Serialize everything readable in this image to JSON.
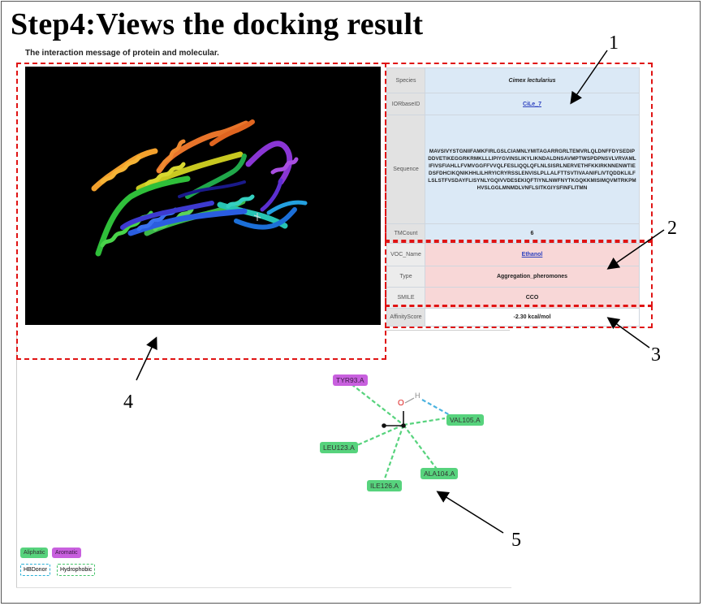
{
  "step_title": "Step4:Views the docking result",
  "subtitle": "The interaction message of protein and molecular.",
  "info_table": {
    "species_label": "Species",
    "species_value": "Cimex lectularius",
    "id_label": "IORbaseID",
    "id_value": "CiLe_7",
    "sequence_label": "Sequence",
    "sequence_value": "MAVSIVYSTGNIIFAMKFIRLGSLCIAMNLYMITAGARRGRLTEMVRLQLDNFFDYSEDIPDDVETIKEGGRKRMKLLLIPIYGVINSLIKYLIKNDALDNSAVMPTWSPDPNSVLVRVAMLIFIVSFIAHLLFVMVGGFFVVQLFESLIQQLQFLNLSISRLNERVETHFKKIRKNNENWTIEDSFDHCIKQNIKHHLILHRYICRYRSSLENVISLPLLALFTTSVTIVAANIFLIVTQDDKLILFLSLSTFVSDAYFLISYNLYGQIVVDESEKIQFTIYNLNWFNYTKGQKKMISIMQVMTRKPMHVSLGGLMNMDLVNFLSITKGIYSFINFLITMN",
    "tmcount_label": "TMCount",
    "tmcount_value": "6",
    "voc_label": "VOC_Name",
    "voc_value": "Ethanol",
    "type_label": "Type",
    "type_value": "Aggregation_pheromones",
    "smile_label": "SMILE",
    "smile_value": "CCO",
    "affinity_label": "AffinityScore",
    "affinity_value": "-2.30 kcal/mol"
  },
  "callouts": [
    "1",
    "2",
    "3",
    "4",
    "5"
  ],
  "interaction_diagram": {
    "residues": {
      "tyr": "TYR93.A",
      "val": "VAL105.A",
      "leu": "LEU123.A",
      "ile": "ILE126.A",
      "ala": "ALA104.A"
    },
    "atoms": {
      "oxygen": "O",
      "hydrogen": "H"
    },
    "legend": {
      "aliphatic": "Aliphatic",
      "aromatic": "Aromatic",
      "hbdonor": "HBDonor",
      "hydrophobic": "Hydrophobic"
    }
  },
  "colors": {
    "aliphatic": "#57d37d",
    "aromatic": "#c860de",
    "hbond": "#4bb3e0",
    "hydrophobic_line": "#57d37d",
    "highlight_box": "#e01414"
  }
}
